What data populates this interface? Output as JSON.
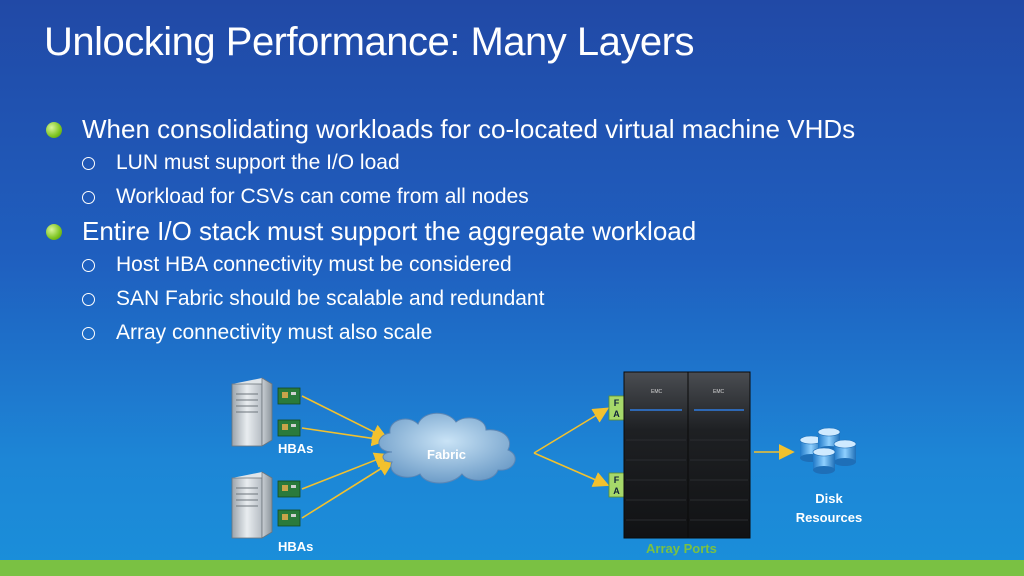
{
  "title": "Unlocking Performance: Many Layers",
  "bullets": [
    {
      "text": "When consolidating workloads for co-located virtual machine VHDs",
      "sub": [
        "LUN must support the I/O load",
        "Workload for CSVs can come from all nodes"
      ]
    },
    {
      "text": "Entire I/O stack must support the aggregate workload",
      "sub": [
        "Host HBA connectivity must be considered",
        "SAN Fabric should be scalable and redundant",
        "Array connectivity must also scale"
      ]
    }
  ],
  "diagram": {
    "hba_label_top": "HBAs",
    "hba_label_bottom": "HBAs",
    "fabric_label": "Fabric",
    "fa_port_letters": [
      "F",
      "A"
    ],
    "array_brand": "EMC",
    "array_ports_label": "Array Ports",
    "disk_label_line1": "Disk",
    "disk_label_line2": "Resources"
  },
  "colors": {
    "accent_green": "#7ac143",
    "arrow_yellow": "#f2c12e",
    "array_ports_text": "#7ac143"
  }
}
